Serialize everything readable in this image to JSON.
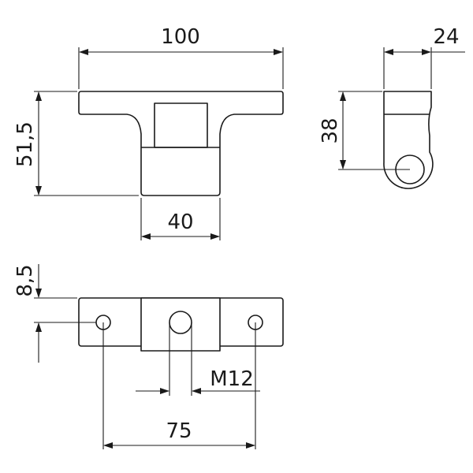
{
  "dimensions": {
    "top_width": "100",
    "top_height": "51,5",
    "top_body_width": "40",
    "side_width": "24",
    "side_height": "38",
    "bottom_edge_offset": "8,5",
    "bottom_thread": "M12",
    "bottom_hole_spacing": "75"
  },
  "colors": {
    "line": "#1a1a1a",
    "background": "#ffffff"
  }
}
